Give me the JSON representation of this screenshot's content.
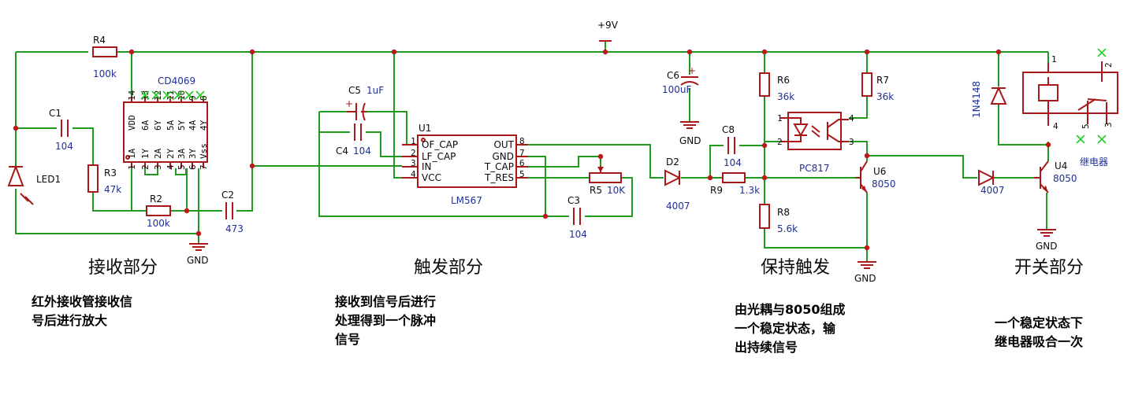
{
  "power": {
    "vcc": "+9V",
    "gnd": "GND"
  },
  "components": {
    "R4": {
      "ref": "R4",
      "value": "100k"
    },
    "R3": {
      "ref": "R3",
      "value": "47k"
    },
    "R2": {
      "ref": "R2",
      "value": "100k"
    },
    "C1": {
      "ref": "C1",
      "value": "104"
    },
    "C2": {
      "ref": "C2",
      "value": "473"
    },
    "LED1": {
      "ref": "LED1"
    },
    "CD4069": {
      "ref": "CD4069",
      "pins_top": [
        "14",
        "13",
        "12",
        "11",
        "10",
        "9",
        "8"
      ],
      "pins_bottom": [
        "1",
        "2",
        "3",
        "4",
        "5",
        "6",
        "7"
      ],
      "labels_top": [
        "VDD",
        "6A",
        "6Y",
        "5A",
        "5Y",
        "4A",
        "4Y"
      ],
      "labels_bottom": [
        "1A",
        "1Y",
        "2A",
        "2Y",
        "3A",
        "3Y",
        "Vss"
      ]
    },
    "C5": {
      "ref": "C5",
      "value": "1uF"
    },
    "C4": {
      "ref": "C4",
      "value": "104"
    },
    "U1": {
      "ref": "U1",
      "value": "LM567",
      "pins_left": [
        {
          "num": "1",
          "name": "OF_CAP"
        },
        {
          "num": "2",
          "name": "LF_CAP"
        },
        {
          "num": "3",
          "name": "IN"
        },
        {
          "num": "4",
          "name": "VCC"
        }
      ],
      "pins_right": [
        {
          "num": "8",
          "name": "OUT"
        },
        {
          "num": "7",
          "name": "GND"
        },
        {
          "num": "6",
          "name": "T_CAP"
        },
        {
          "num": "5",
          "name": "T_RES"
        }
      ]
    },
    "R5": {
      "ref": "R5",
      "value": "10K"
    },
    "C3": {
      "ref": "C3",
      "value": "104"
    },
    "C6": {
      "ref": "C6",
      "value": "100uF"
    },
    "D2": {
      "ref": "D2",
      "value": "4007"
    },
    "C8": {
      "ref": "C8",
      "value": "104"
    },
    "R9": {
      "ref": "R9",
      "value": "1.3k"
    },
    "R6": {
      "ref": "R6",
      "value": "36k"
    },
    "R7": {
      "ref": "R7",
      "value": "36k"
    },
    "R8": {
      "ref": "R8",
      "value": "5.6k"
    },
    "OPTO": {
      "ref": "PC817",
      "pins": [
        "1",
        "2",
        "3",
        "4"
      ]
    },
    "U6": {
      "ref": "U6",
      "value": "8050"
    },
    "D3": {
      "value": "1N4148"
    },
    "D4": {
      "value": "4007"
    },
    "U4": {
      "ref": "U4",
      "value": "8050"
    },
    "RELAY": {
      "ref": "继电器",
      "pins": [
        "1",
        "2",
        "3",
        "4",
        "5"
      ]
    }
  },
  "sections": [
    {
      "title": "接收部分",
      "desc": [
        "红外接收管接收信",
        "号后进行放大"
      ]
    },
    {
      "title": "触发部分",
      "desc": [
        "接收到信号后进行",
        "处理得到一个脉冲",
        "信号"
      ]
    },
    {
      "title": "保持触发",
      "desc": [
        "由光耦与8050组成",
        "一个稳定状态，输",
        "出持续信号"
      ]
    },
    {
      "title": "开关部分",
      "desc": [
        "一个稳定状态下",
        "继电器吸合一次"
      ]
    }
  ]
}
